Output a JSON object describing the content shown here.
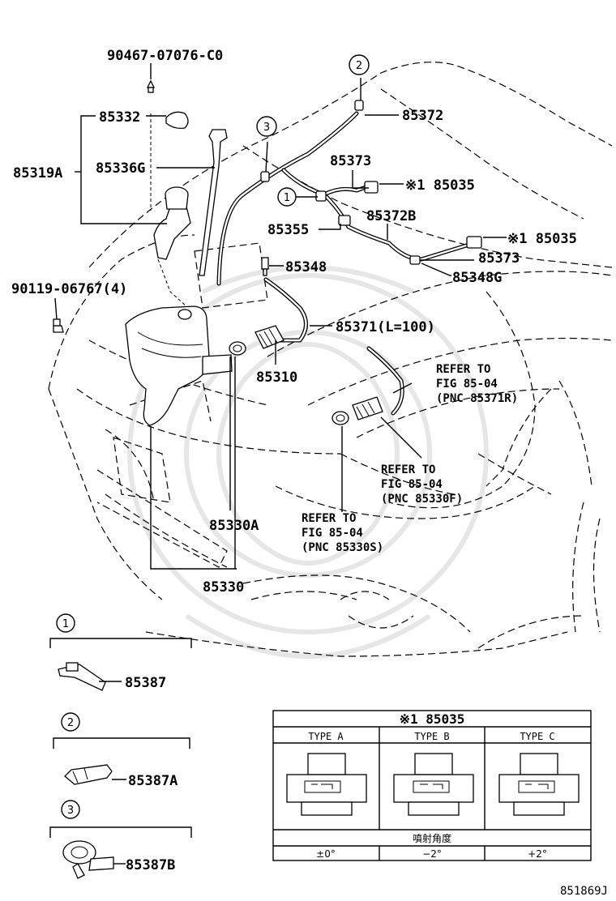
{
  "parts": {
    "bolt_top": "90467-07076-C0",
    "cap": "85332",
    "tank_assy": "85319A",
    "inlet": "85336G",
    "hose_clip_top": "85372",
    "hose_mid": "85373",
    "connector_a": "※1 85035",
    "nozzle_hose": "85372B",
    "connector_b": "※1 85035",
    "hose_right": "85373",
    "joint": "85355",
    "check_valve": "85348",
    "valve_g": "85348G",
    "screw": "90119-06767(4)",
    "hose_long": "85371(L=100)",
    "motor": "85310",
    "motor_a": "85330A",
    "motor_base": "85330"
  },
  "callouts": {
    "c1": "1",
    "c2": "2",
    "c3": "3"
  },
  "refs": {
    "r1_line1": "REFER TO",
    "r1_line2": "FIG 85-04",
    "r1_line3": "(PNC 85371R)",
    "r2_line1": "REFER TO",
    "r2_line2": "FIG 85-04",
    "r2_line3": "(PNC 85330F)",
    "r3_line1": "REFER TO",
    "r3_line2": "FIG 85-04",
    "r3_line3": "(PNC 85330S)"
  },
  "clips": {
    "c1_num": "1",
    "c1_part": "85387",
    "c2_num": "2",
    "c2_part": "85387A",
    "c3_num": "3",
    "c3_part": "85387B"
  },
  "table": {
    "title": "※1 85035",
    "type_a": "TYPE A",
    "type_b": "TYPE B",
    "type_c": "TYPE C",
    "angle_label": "噴射角度",
    "angle_a": "±0°",
    "angle_b": "−2°",
    "angle_c": "+2°"
  },
  "figure_id": "851869J"
}
